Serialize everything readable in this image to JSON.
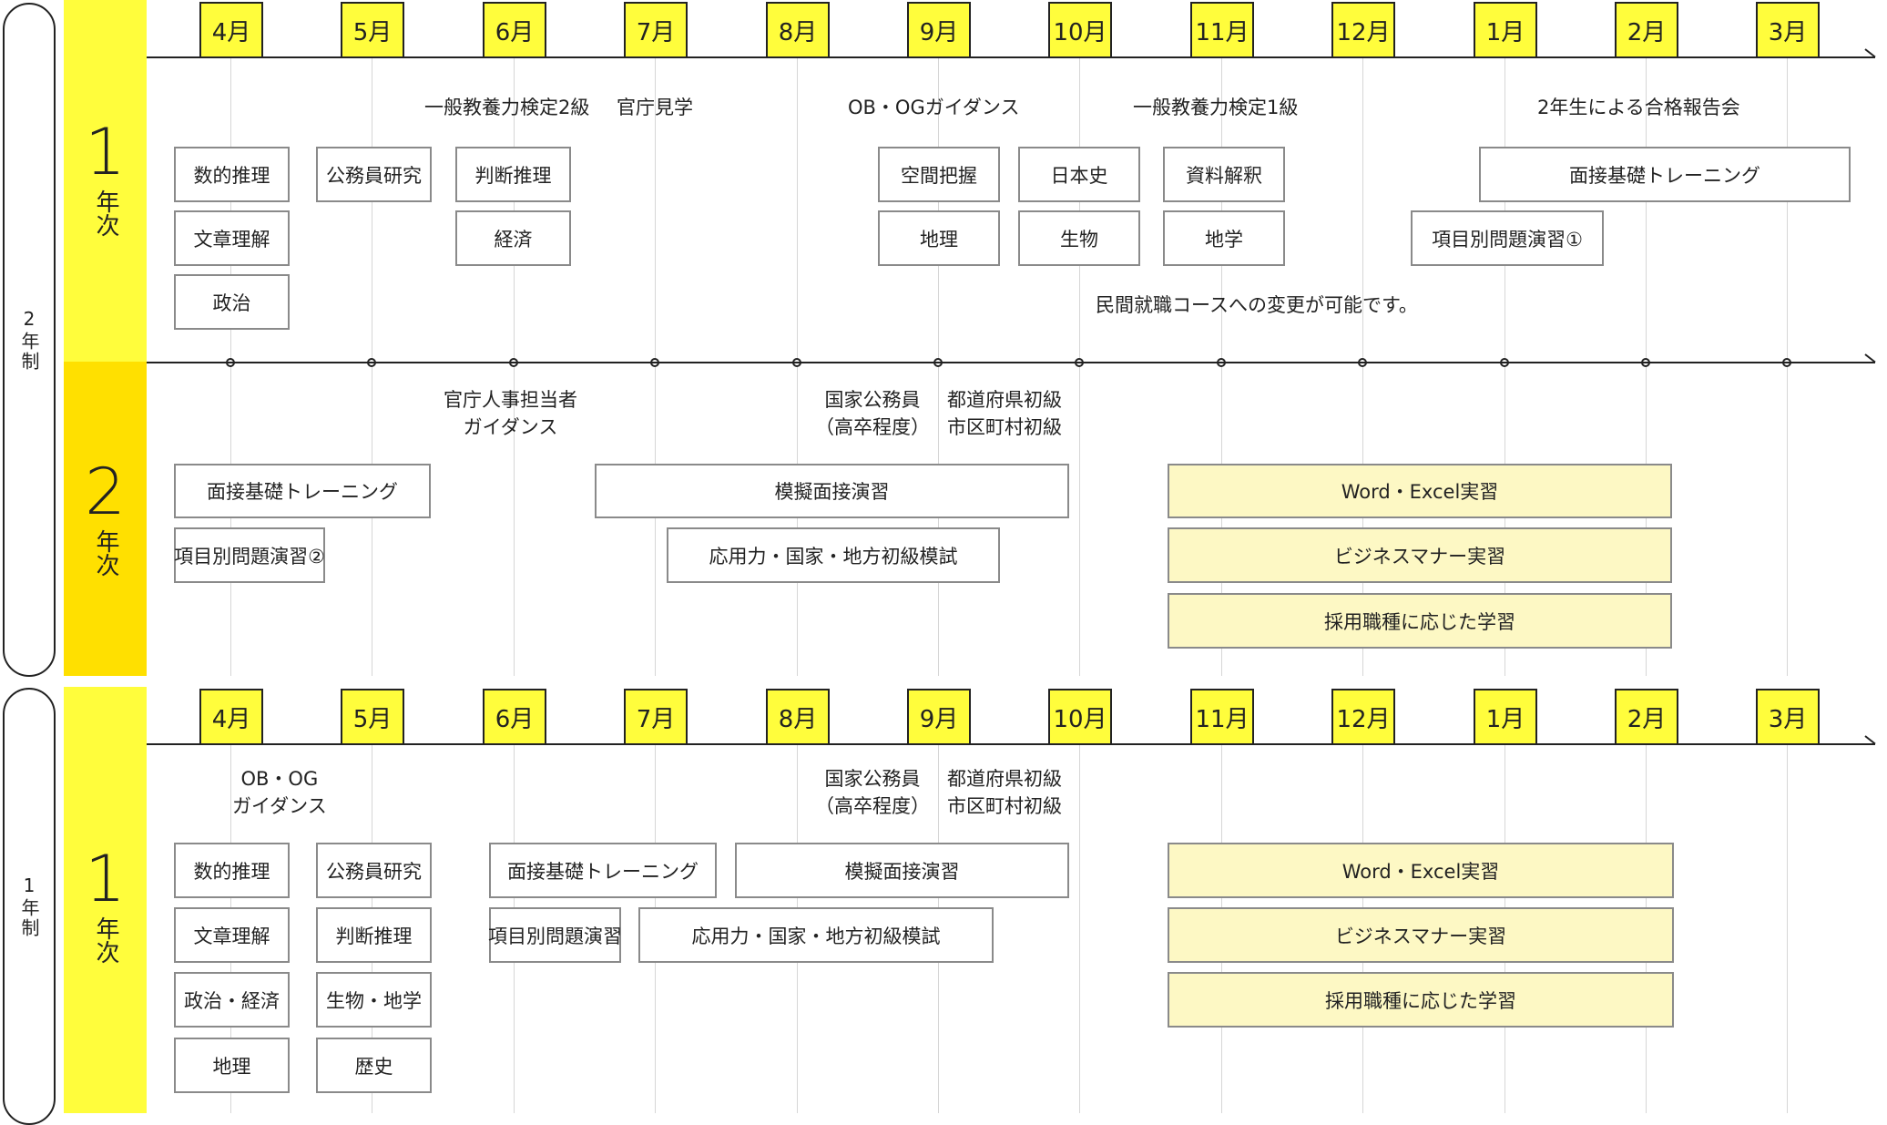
{
  "programs": {
    "two_year": "2年制",
    "one_year": "1年制"
  },
  "year_labels": {
    "a": {
      "num": "1",
      "kanji": "年次"
    },
    "b": {
      "num": "2",
      "kanji": "年次"
    },
    "c": {
      "num": "1",
      "kanji": "年次"
    }
  },
  "months": [
    "4月",
    "5月",
    "6月",
    "7月",
    "8月",
    "9月",
    "10月",
    "11月",
    "12月",
    "1月",
    "2月",
    "3月"
  ],
  "notes": {
    "ippan_2kyu": "一般教養力検定2級",
    "kancho_kengaku": "官庁見学",
    "obog_guidance": "OB・OGガイダンス",
    "ippan_1kyu": "一般教養力検定1級",
    "gokaku_houkoku": "2年生による合格報告会",
    "minkan_change": "民間就職コースへの変更が可能です。",
    "kancho_jinji": "官庁人事担当者\nガイダンス",
    "kokka_kousotsu_a": "国家公務員\n（高卒程度）",
    "todofuken_a": "都道府県初級\n市区町村初級",
    "obog_short": "OB・OG\nガイダンス",
    "kokka_kousotsu_b": "国家公務員\n（高卒程度）",
    "todofuken_b": "都道府県初級\n市区町村初級"
  },
  "boxes": {
    "y1_suteki": "数的推理",
    "y1_bunsho": "文章理解",
    "y1_seiji": "政治",
    "y1_koumuin": "公務員研究",
    "y1_handan": "判断推理",
    "y1_keizai": "経済",
    "y1_kukan": "空間把握",
    "y1_chiri": "地理",
    "y1_nihonshi": "日本史",
    "y1_seibutsu": "生物",
    "y1_shiryo": "資料解釈",
    "y1_chigaku": "地学",
    "y1_mensetsu": "面接基礎トレーニング",
    "y1_koumoku1": "項目別問題演習①",
    "y2_mensetsu": "面接基礎トレーニング",
    "y2_koumoku2": "項目別問題演習②",
    "y2_mogi": "模擬面接演習",
    "y2_ouyou": "応用力・国家・地方初級模試",
    "y2_word": "Word・Excel実習",
    "y2_business": "ビジネスマナー実習",
    "y2_saiyou": "採用職種に応じた学習",
    "c_suteki": "数的推理",
    "c_bunsho": "文章理解",
    "c_seiji_keizai": "政治・経済",
    "c_chiri": "地理",
    "c_koumuin": "公務員研究",
    "c_handan": "判断推理",
    "c_seibutsu_chigaku": "生物・地学",
    "c_rekishi": "歴史",
    "c_mensetsu": "面接基礎トレーニング",
    "c_koumoku": "項目別問題演習",
    "c_mogi": "模擬面接演習",
    "c_ouyou": "応用力・国家・地方初級模試",
    "c_word": "Word・Excel実習",
    "c_business": "ビジネスマナー実習",
    "c_saiyou": "採用職種に応じた学習"
  },
  "colors": {
    "yellow": "#fffd3c",
    "deep_yellow": "#ffe000",
    "pale_yellow": "#fdf8c4"
  }
}
